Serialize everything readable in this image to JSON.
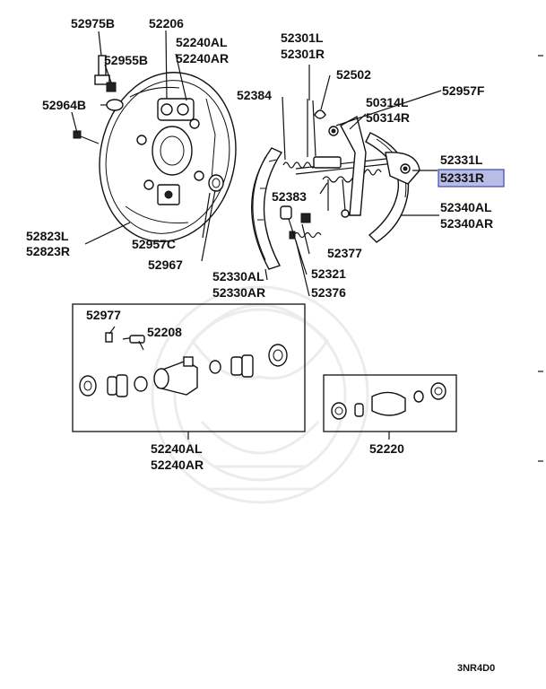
{
  "diagram": {
    "labels": {
      "p52975B": "52975B",
      "p52206": "52206",
      "p52240AL_top": "52240AL",
      "p52240AR_top": "52240AR",
      "p52955B": "52955B",
      "p52964B": "52964B",
      "p52823L": "52823L",
      "p52823R": "52823R",
      "p52957C": "52957C",
      "p52967": "52967",
      "p52301L": "52301L",
      "p52301R": "52301R",
      "p52502": "52502",
      "p52957F": "52957F",
      "p52384": "52384",
      "p50314L": "50314L",
      "p50314R": "50314R",
      "p52331L": "52331L",
      "p52331R": "52331R",
      "p52383": "52383",
      "p52340AL": "52340AL",
      "p52340AR": "52340AR",
      "p52377": "52377",
      "p52321": "52321",
      "p52330AL": "52330AL",
      "p52330AR": "52330AR",
      "p52376": "52376",
      "p52977": "52977",
      "p52208": "52208",
      "p52240AL_bottom": "52240AL",
      "p52240AR_bottom": "52240AR",
      "p52220": "52220"
    },
    "highlighted_part": "52331R",
    "highlight_color": "#b7bde6",
    "highlight_border": "#3d4aa8",
    "reference_code": "3NR4D0"
  }
}
